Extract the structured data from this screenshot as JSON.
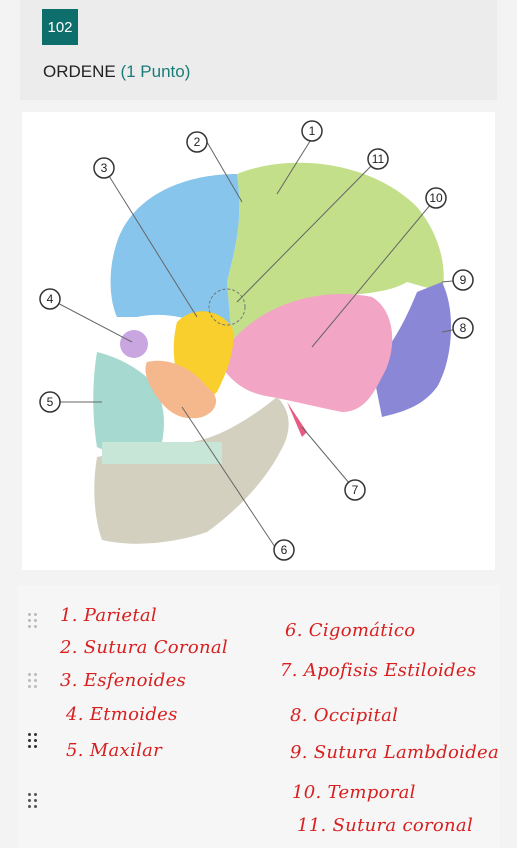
{
  "question": {
    "number": "102",
    "title": "ORDENE",
    "points": "(1 Punto)"
  },
  "figure_labels": [
    "1",
    "2",
    "3",
    "4",
    "5",
    "6",
    "7",
    "8",
    "9",
    "10",
    "11"
  ],
  "answers_left": [
    "1. Parietal",
    "2. Sutura Coronal",
    "3. Esfenoides",
    "4. Etmoides",
    "5. Maxilar"
  ],
  "answers_right": [
    "6. Cigomático",
    "7. Apofisis Estiloides",
    "8. Occipital",
    "9. Sutura Lambdoidea",
    "10. Temporal",
    "11. Sutura coronal"
  ],
  "colors": {
    "accent": "#0e6e6c",
    "handwriting": "#d81e1e"
  }
}
